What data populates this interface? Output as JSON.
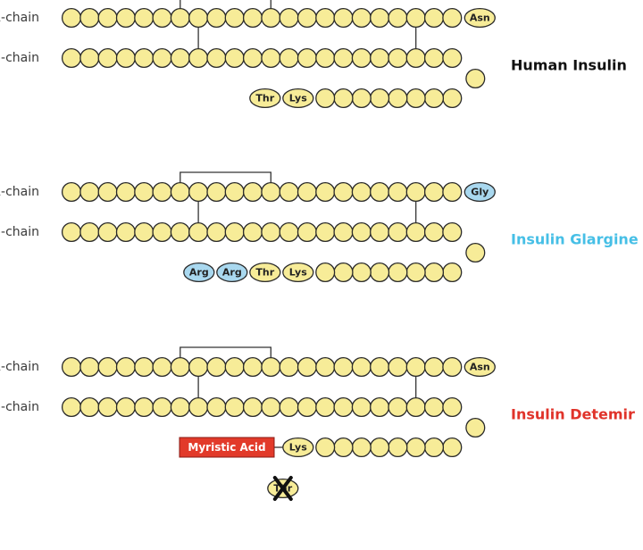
{
  "colors": {
    "residue_fill": "#f7ec98",
    "residue_stroke": "#2a2a2a",
    "modified_fill": "#a9d8ef",
    "link_stroke": "#333333",
    "myristic_fill": "#e23a2a"
  },
  "panels": [
    {
      "title": "Human Insulin",
      "title_color": "#111111",
      "alpha_label": "α-chain",
      "beta_label": "β-chain",
      "alpha_end": {
        "label": "Asn",
        "modified": false
      },
      "tail": [
        {
          "label": "Thr",
          "modified": false
        },
        {
          "label": "Lys",
          "modified": false
        }
      ]
    },
    {
      "title": "Insulin Glargine",
      "title_color": "#46bfe6",
      "alpha_label": "α-chain",
      "beta_label": "β-chain",
      "alpha_end": {
        "label": "Gly",
        "modified": true
      },
      "tail": [
        {
          "label": "Arg",
          "modified": true
        },
        {
          "label": "Arg",
          "modified": true
        },
        {
          "label": "Thr",
          "modified": false
        },
        {
          "label": "Lys",
          "modified": false
        }
      ]
    },
    {
      "title": "Insulin Detemir",
      "title_color": "#e0332a",
      "alpha_label": "α-chain",
      "beta_label": "β-chain",
      "alpha_end": {
        "label": "Asn",
        "modified": false
      },
      "tail": [
        {
          "label": "Lys",
          "modified": false
        }
      ],
      "myristic_label": "Myristic Acid",
      "deleted_label": "Thr"
    }
  ]
}
